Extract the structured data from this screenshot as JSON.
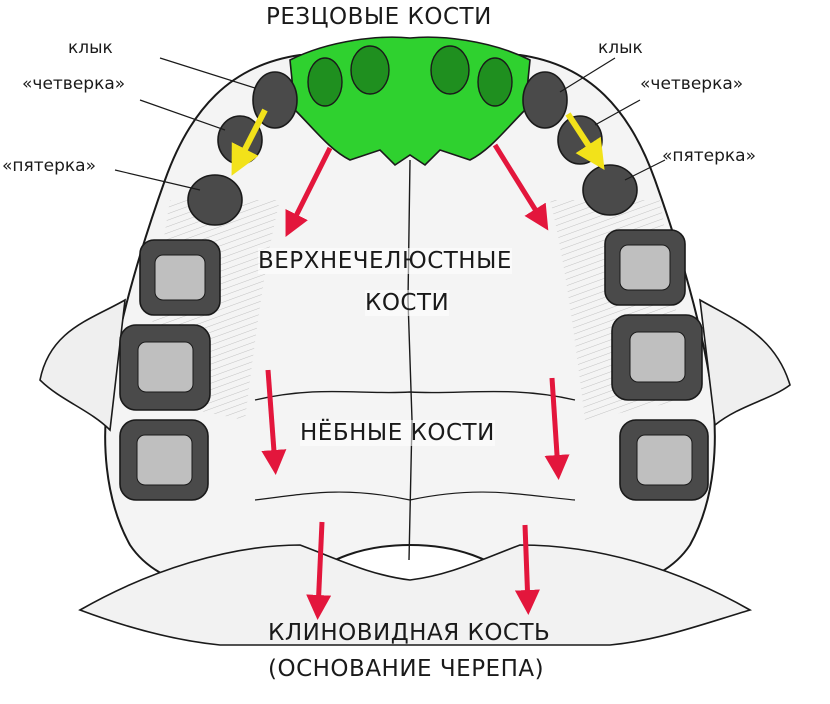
{
  "labels": {
    "top_title": "РЕЗЦОВЫЕ КОСТИ",
    "left": {
      "canine": "клык",
      "fourth": "«четверка»",
      "fifth": "«пятерка»"
    },
    "right": {
      "canine": "клык",
      "fourth": "«четверка»",
      "fifth": "«пятерка»"
    },
    "maxillary_line1": "ВЕРХНЕЧЕЛЮСТНЫЕ",
    "maxillary_line2": "КОСТИ",
    "palatine": "НЁБНЫЕ КОСТИ",
    "sphenoid_line1": "КЛИНОВИДНАЯ КОСТЬ",
    "sphenoid_line2": "(ОСНОВАНИЕ ЧЕРЕПА)"
  },
  "colors": {
    "incisive_bone": "#2fd12f",
    "red_arrow": "#e3163c",
    "yellow_arrow": "#f2e21a",
    "ink": "#1a1a1a",
    "tooth_dark": "#3a3a3a",
    "bone_fill": "#f4f4f4"
  }
}
